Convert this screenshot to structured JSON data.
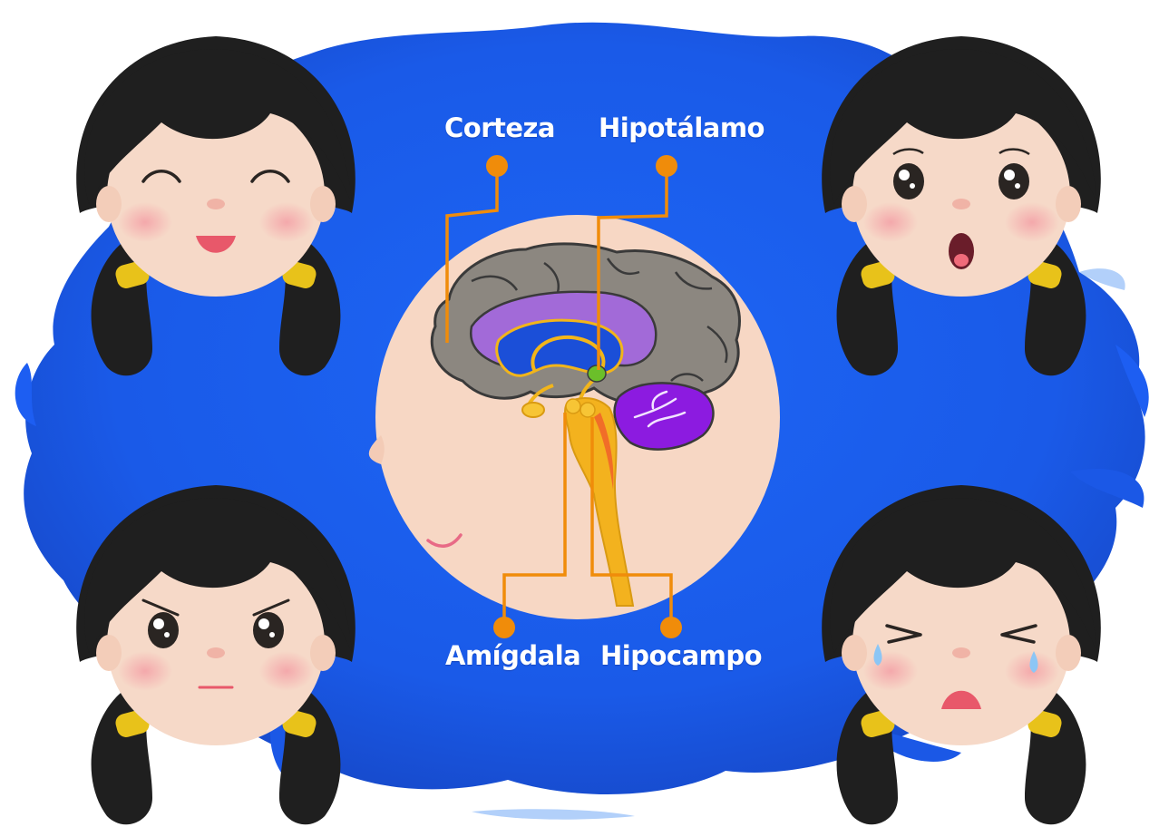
{
  "labels": {
    "cortex": "Corteza",
    "hypothalamus": "Hipotálamo",
    "amygdala": "Amígdala",
    "hippocampus": "Hipocampo"
  },
  "faces": [
    {
      "position": "top-left",
      "emotion": "happy"
    },
    {
      "position": "top-right",
      "emotion": "surprised"
    },
    {
      "position": "bottom-left",
      "emotion": "angry"
    },
    {
      "position": "bottom-right",
      "emotion": "sad"
    }
  ],
  "colors": {
    "background_splash": "#1a5ef0",
    "head_circle": "#f7d7c4",
    "cortex": "#8c8780",
    "limbic_purple": "#a26ad8",
    "limbic_blue": "#1b4fd8",
    "limbic_outline": "#f2b51a",
    "cerebellum": "#8c1be0",
    "brainstem": "#f3b21e",
    "hypothalamus": "#6bbf2a",
    "callout": "#f08c0a",
    "hair": "#1f1f1f",
    "hair_tie": "#e8c21a",
    "skin": "#f6d9c8",
    "label_text": "#ffffff"
  }
}
